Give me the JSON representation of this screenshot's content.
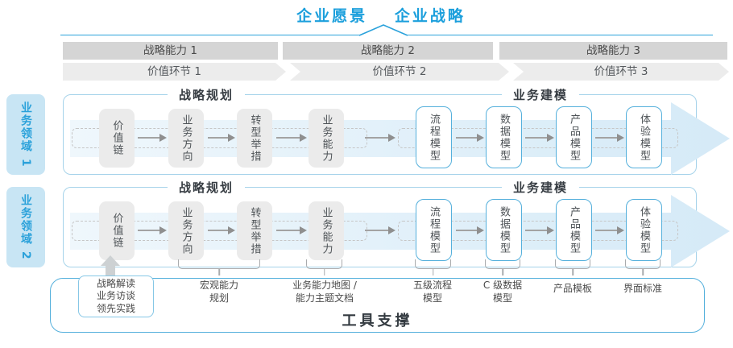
{
  "colors": {
    "accent_blue": "#1B9FDC",
    "row_border_blue": "#A6D3EA",
    "panel_border_blue": "#55B0DC",
    "bar_gray": "#D5D5D5",
    "chevron_gray": "#ECECEC",
    "box_gray": "#EBEBEB",
    "band_blue": "#D5EAF7",
    "sidebar_blue": "#C8E5F4",
    "text_dark": "#373D43",
    "text_gray": "#4A4A4A"
  },
  "header": {
    "vision": "企业愿景",
    "strategy": "企业战略"
  },
  "capability_bars": [
    {
      "label": "战略能力 1"
    },
    {
      "label": "战略能力 2"
    },
    {
      "label": "战略能力 3"
    }
  ],
  "value_links": [
    {
      "label": "价值环节 1"
    },
    {
      "label": "价值环节 2"
    },
    {
      "label": "价值环节 3"
    }
  ],
  "domains": [
    {
      "label": "业务领域 1"
    },
    {
      "label": "业务领域 2"
    }
  ],
  "sections": {
    "planning": "战略规划",
    "modeling": "业务建模"
  },
  "boxes": {
    "gray": [
      "价值链",
      "业务方向",
      "转型举措",
      "业务能力"
    ],
    "blue": [
      "流程模型",
      "数据模型",
      "产品模型",
      "体验模型"
    ]
  },
  "annotations": {
    "inputs": "战略解读\n业务访谈\n领先实践",
    "macro": "宏观能力\n规划",
    "capability_map": "业务能力地图 /\n能力主题文档",
    "process": "五级流程\n模型",
    "data": "C 级数据\n模型",
    "product": "产品模板",
    "ui": "界面标准"
  },
  "footer": {
    "label": "工具支撑"
  }
}
